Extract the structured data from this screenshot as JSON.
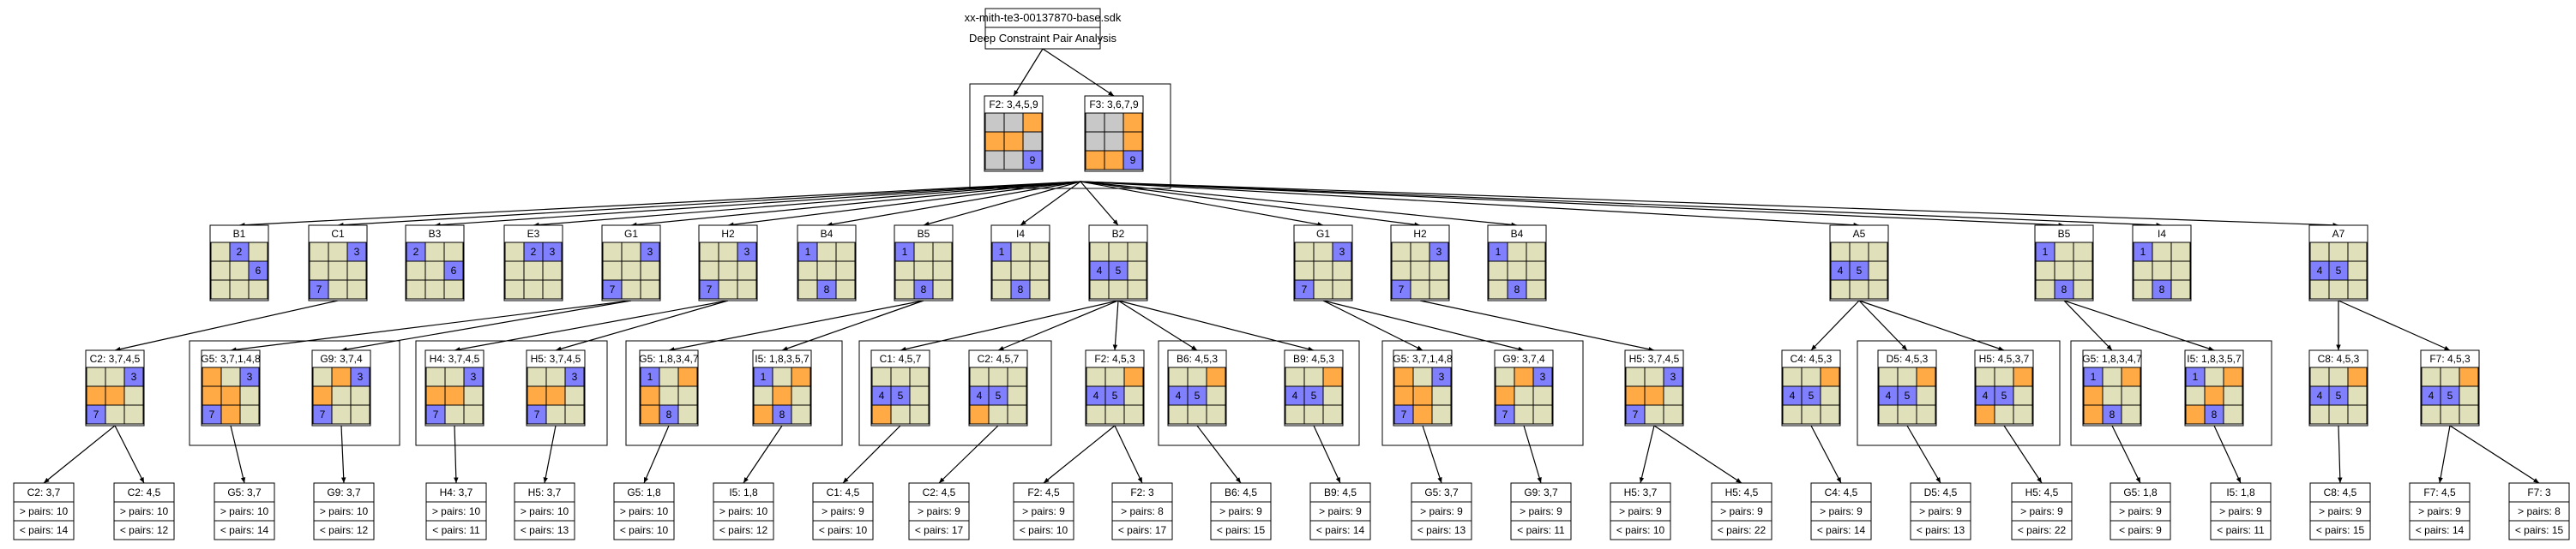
{
  "root": {
    "title": "xx-mith-te3-00137870-base.sdk",
    "subtitle": "Deep Constraint Pair Analysis"
  },
  "colors": {
    "empty": "#e0e0ba",
    "orange": "#ffaa44",
    "blue": "#8080ff",
    "gray": "#c8c8c8",
    "edge": "#000000",
    "box_fill": "#ffffff"
  },
  "level1": [
    {
      "title": "F2: 3,4,5,9",
      "grid": [
        [
          "g",
          "g",
          "o"
        ],
        [
          "o",
          "o",
          "g"
        ],
        [
          "g",
          "g",
          "b:9"
        ]
      ]
    },
    {
      "title": "F3: 3,6,7,9",
      "grid": [
        [
          "g",
          "g",
          "o"
        ],
        [
          "g",
          "g",
          "o"
        ],
        [
          "o",
          "o",
          "b:9"
        ]
      ]
    }
  ],
  "level2": [
    {
      "title": "B1",
      "grid": [
        [
          "e",
          "b:2",
          "e"
        ],
        [
          "e",
          "e",
          "b:6"
        ],
        [
          "e",
          "e",
          "e"
        ]
      ]
    },
    {
      "title": "C1",
      "grid": [
        [
          "e",
          "e",
          "b:3"
        ],
        [
          "e",
          "e",
          "e"
        ],
        [
          "b:7",
          "e",
          "e"
        ]
      ]
    },
    {
      "title": "B3",
      "grid": [
        [
          "b:2",
          "e",
          "e"
        ],
        [
          "e",
          "e",
          "b:6"
        ],
        [
          "e",
          "e",
          "e"
        ]
      ]
    },
    {
      "title": "E3",
      "grid": [
        [
          "e",
          "b:2",
          "b:3"
        ],
        [
          "e",
          "e",
          "e"
        ],
        [
          "e",
          "e",
          "e"
        ]
      ]
    },
    {
      "title": "G1",
      "grid": [
        [
          "e",
          "e",
          "b:3"
        ],
        [
          "e",
          "e",
          "e"
        ],
        [
          "b:7",
          "e",
          "e"
        ]
      ]
    },
    {
      "title": "H2",
      "grid": [
        [
          "e",
          "e",
          "b:3"
        ],
        [
          "e",
          "e",
          "e"
        ],
        [
          "b:7",
          "e",
          "e"
        ]
      ]
    },
    {
      "title": "B4",
      "grid": [
        [
          "b:1",
          "e",
          "e"
        ],
        [
          "e",
          "e",
          "e"
        ],
        [
          "e",
          "b:8",
          "e"
        ]
      ]
    },
    {
      "title": "B5",
      "grid": [
        [
          "b:1",
          "e",
          "e"
        ],
        [
          "e",
          "e",
          "e"
        ],
        [
          "e",
          "b:8",
          "e"
        ]
      ]
    },
    {
      "title": "I4",
      "grid": [
        [
          "b:1",
          "e",
          "e"
        ],
        [
          "e",
          "e",
          "e"
        ],
        [
          "e",
          "b:8",
          "e"
        ]
      ]
    },
    {
      "title": "B2",
      "grid": [
        [
          "e",
          "e",
          "e"
        ],
        [
          "b:4",
          "b:5",
          "e"
        ],
        [
          "e",
          "e",
          "e"
        ]
      ]
    },
    {
      "title": "G1",
      "grid": [
        [
          "e",
          "e",
          "b:3"
        ],
        [
          "e",
          "e",
          "e"
        ],
        [
          "b:7",
          "e",
          "e"
        ]
      ]
    },
    {
      "title": "H2",
      "grid": [
        [
          "e",
          "e",
          "b:3"
        ],
        [
          "e",
          "e",
          "e"
        ],
        [
          "b:7",
          "e",
          "e"
        ]
      ]
    },
    {
      "title": "B4",
      "grid": [
        [
          "b:1",
          "e",
          "e"
        ],
        [
          "e",
          "e",
          "e"
        ],
        [
          "e",
          "b:8",
          "e"
        ]
      ]
    },
    {
      "title": "A5",
      "grid": [
        [
          "e",
          "e",
          "e"
        ],
        [
          "b:4",
          "b:5",
          "e"
        ],
        [
          "e",
          "e",
          "e"
        ]
      ]
    },
    {
      "title": "B5",
      "grid": [
        [
          "b:1",
          "e",
          "e"
        ],
        [
          "e",
          "e",
          "e"
        ],
        [
          "e",
          "b:8",
          "e"
        ]
      ]
    },
    {
      "title": "I4",
      "grid": [
        [
          "b:1",
          "e",
          "e"
        ],
        [
          "e",
          "e",
          "e"
        ],
        [
          "e",
          "b:8",
          "e"
        ]
      ]
    },
    {
      "title": "A7",
      "grid": [
        [
          "e",
          "e",
          "e"
        ],
        [
          "b:4",
          "b:5",
          "e"
        ],
        [
          "e",
          "e",
          "e"
        ]
      ]
    }
  ],
  "level3": [
    {
      "title": "C2: 3,7,4,5",
      "grid": [
        [
          "e",
          "e",
          "b:3"
        ],
        [
          "o",
          "o",
          "e"
        ],
        [
          "b:7",
          "e",
          "e"
        ]
      ]
    },
    {
      "title": "G5: 3,7,1,4,8",
      "grid": [
        [
          "o",
          "e",
          "b:3"
        ],
        [
          "o",
          "o",
          "e"
        ],
        [
          "b:7",
          "o",
          "e"
        ]
      ]
    },
    {
      "title": "G9: 3,7,4",
      "grid": [
        [
          "e",
          "o",
          "b:3"
        ],
        [
          "o",
          "e",
          "e"
        ],
        [
          "b:7",
          "e",
          "e"
        ]
      ]
    },
    {
      "title": "H4: 3,7,4,5",
      "grid": [
        [
          "e",
          "e",
          "b:3"
        ],
        [
          "o",
          "o",
          "e"
        ],
        [
          "b:7",
          "e",
          "e"
        ]
      ]
    },
    {
      "title": "H5: 3,7,4,5",
      "grid": [
        [
          "e",
          "e",
          "b:3"
        ],
        [
          "o",
          "o",
          "e"
        ],
        [
          "b:7",
          "e",
          "e"
        ]
      ]
    },
    {
      "title": "G5: 1,8,3,4,7",
      "grid": [
        [
          "b:1",
          "e",
          "o"
        ],
        [
          "o",
          "e",
          "e"
        ],
        [
          "o",
          "b:8",
          "e"
        ]
      ]
    },
    {
      "title": "I5: 1,8,3,5,7",
      "grid": [
        [
          "b:1",
          "e",
          "o"
        ],
        [
          "e",
          "o",
          "e"
        ],
        [
          "o",
          "b:8",
          "e"
        ]
      ]
    },
    {
      "title": "C1: 4,5,7",
      "grid": [
        [
          "e",
          "e",
          "e"
        ],
        [
          "b:4",
          "b:5",
          "e"
        ],
        [
          "o",
          "e",
          "e"
        ]
      ]
    },
    {
      "title": "C2: 4,5,7",
      "grid": [
        [
          "e",
          "e",
          "e"
        ],
        [
          "b:4",
          "b:5",
          "e"
        ],
        [
          "o",
          "e",
          "e"
        ]
      ]
    },
    {
      "title": "F2: 4,5,3",
      "grid": [
        [
          "e",
          "e",
          "o"
        ],
        [
          "b:4",
          "b:5",
          "e"
        ],
        [
          "e",
          "e",
          "e"
        ]
      ]
    },
    {
      "title": "B6: 4,5,3",
      "grid": [
        [
          "e",
          "e",
          "o"
        ],
        [
          "b:4",
          "b:5",
          "e"
        ],
        [
          "e",
          "e",
          "e"
        ]
      ]
    },
    {
      "title": "B9: 4,5,3",
      "grid": [
        [
          "e",
          "e",
          "o"
        ],
        [
          "b:4",
          "b:5",
          "e"
        ],
        [
          "e",
          "e",
          "e"
        ]
      ]
    },
    {
      "title": "G5: 3,7,1,4,8",
      "grid": [
        [
          "o",
          "e",
          "b:3"
        ],
        [
          "o",
          "o",
          "e"
        ],
        [
          "b:7",
          "o",
          "e"
        ]
      ]
    },
    {
      "title": "G9: 3,7,4",
      "grid": [
        [
          "e",
          "o",
          "b:3"
        ],
        [
          "o",
          "e",
          "e"
        ],
        [
          "b:7",
          "e",
          "e"
        ]
      ]
    },
    {
      "title": "H5: 3,7,4,5",
      "grid": [
        [
          "e",
          "e",
          "b:3"
        ],
        [
          "o",
          "o",
          "e"
        ],
        [
          "b:7",
          "e",
          "e"
        ]
      ]
    },
    {
      "title": "C4: 4,5,3",
      "grid": [
        [
          "e",
          "e",
          "o"
        ],
        [
          "b:4",
          "b:5",
          "e"
        ],
        [
          "e",
          "e",
          "e"
        ]
      ]
    },
    {
      "title": "D5: 4,5,3",
      "grid": [
        [
          "e",
          "e",
          "o"
        ],
        [
          "b:4",
          "b:5",
          "e"
        ],
        [
          "e",
          "e",
          "e"
        ]
      ]
    },
    {
      "title": "H5: 4,5,3,7",
      "grid": [
        [
          "e",
          "e",
          "o"
        ],
        [
          "b:4",
          "b:5",
          "e"
        ],
        [
          "o",
          "e",
          "e"
        ]
      ]
    },
    {
      "title": "G5: 1,8,3,4,7",
      "grid": [
        [
          "b:1",
          "e",
          "o"
        ],
        [
          "o",
          "e",
          "e"
        ],
        [
          "o",
          "b:8",
          "e"
        ]
      ]
    },
    {
      "title": "I5: 1,8,3,5,7",
      "grid": [
        [
          "b:1",
          "e",
          "o"
        ],
        [
          "e",
          "o",
          "e"
        ],
        [
          "o",
          "b:8",
          "e"
        ]
      ]
    },
    {
      "title": "C8: 4,5,3",
      "grid": [
        [
          "e",
          "e",
          "o"
        ],
        [
          "b:4",
          "b:5",
          "e"
        ],
        [
          "e",
          "e",
          "e"
        ]
      ]
    },
    {
      "title": "F7: 4,5,3",
      "grid": [
        [
          "e",
          "e",
          "o"
        ],
        [
          "b:4",
          "b:5",
          "e"
        ],
        [
          "e",
          "e",
          "e"
        ]
      ]
    }
  ],
  "leaves": [
    {
      "title": "C2: 3,7",
      "gt": "> pairs: 10",
      "lt": "< pairs: 14"
    },
    {
      "title": "C2: 4,5",
      "gt": "> pairs: 10",
      "lt": "< pairs: 12"
    },
    {
      "title": "G5: 3,7",
      "gt": "> pairs: 10",
      "lt": "< pairs: 14"
    },
    {
      "title": "G9: 3,7",
      "gt": "> pairs: 10",
      "lt": "< pairs: 12"
    },
    {
      "title": "H4: 3,7",
      "gt": "> pairs: 10",
      "lt": "< pairs: 11"
    },
    {
      "title": "H5: 3,7",
      "gt": "> pairs: 10",
      "lt": "< pairs: 13"
    },
    {
      "title": "G5: 1,8",
      "gt": "> pairs: 10",
      "lt": "< pairs: 10"
    },
    {
      "title": "I5: 1,8",
      "gt": "> pairs: 10",
      "lt": "< pairs: 12"
    },
    {
      "title": "C1: 4,5",
      "gt": "> pairs: 9",
      "lt": "< pairs: 10"
    },
    {
      "title": "C2: 4,5",
      "gt": "> pairs: 9",
      "lt": "< pairs: 17"
    },
    {
      "title": "F2: 4,5",
      "gt": "> pairs: 9",
      "lt": "< pairs: 10"
    },
    {
      "title": "F2: 3",
      "gt": "> pairs: 8",
      "lt": "< pairs: 17"
    },
    {
      "title": "B6: 4,5",
      "gt": "> pairs: 9",
      "lt": "< pairs: 15"
    },
    {
      "title": "B9: 4,5",
      "gt": "> pairs: 9",
      "lt": "< pairs: 14"
    },
    {
      "title": "G5: 3,7",
      "gt": "> pairs: 9",
      "lt": "< pairs: 13"
    },
    {
      "title": "G9: 3,7",
      "gt": "> pairs: 9",
      "lt": "< pairs: 11"
    },
    {
      "title": "H5: 3,7",
      "gt": "> pairs: 9",
      "lt": "< pairs: 10"
    },
    {
      "title": "H5: 4,5",
      "gt": "> pairs: 9",
      "lt": "< pairs: 22"
    },
    {
      "title": "C4: 4,5",
      "gt": "> pairs: 9",
      "lt": "< pairs: 14"
    },
    {
      "title": "D5: 4,5",
      "gt": "> pairs: 9",
      "lt": "< pairs: 13"
    },
    {
      "title": "H5: 4,5",
      "gt": "> pairs: 9",
      "lt": "< pairs: 22"
    },
    {
      "title": "G5: 1,8",
      "gt": "> pairs: 9",
      "lt": "< pairs: 9"
    },
    {
      "title": "I5: 1,8",
      "gt": "> pairs: 9",
      "lt": "< pairs: 11"
    },
    {
      "title": "C8: 4,5",
      "gt": "> pairs: 9",
      "lt": "< pairs: 15"
    },
    {
      "title": "F7: 4,5",
      "gt": "> pairs: 9",
      "lt": "< pairs: 14"
    },
    {
      "title": "F7: 3",
      "gt": "> pairs: 8",
      "lt": "< pairs: 15"
    }
  ]
}
